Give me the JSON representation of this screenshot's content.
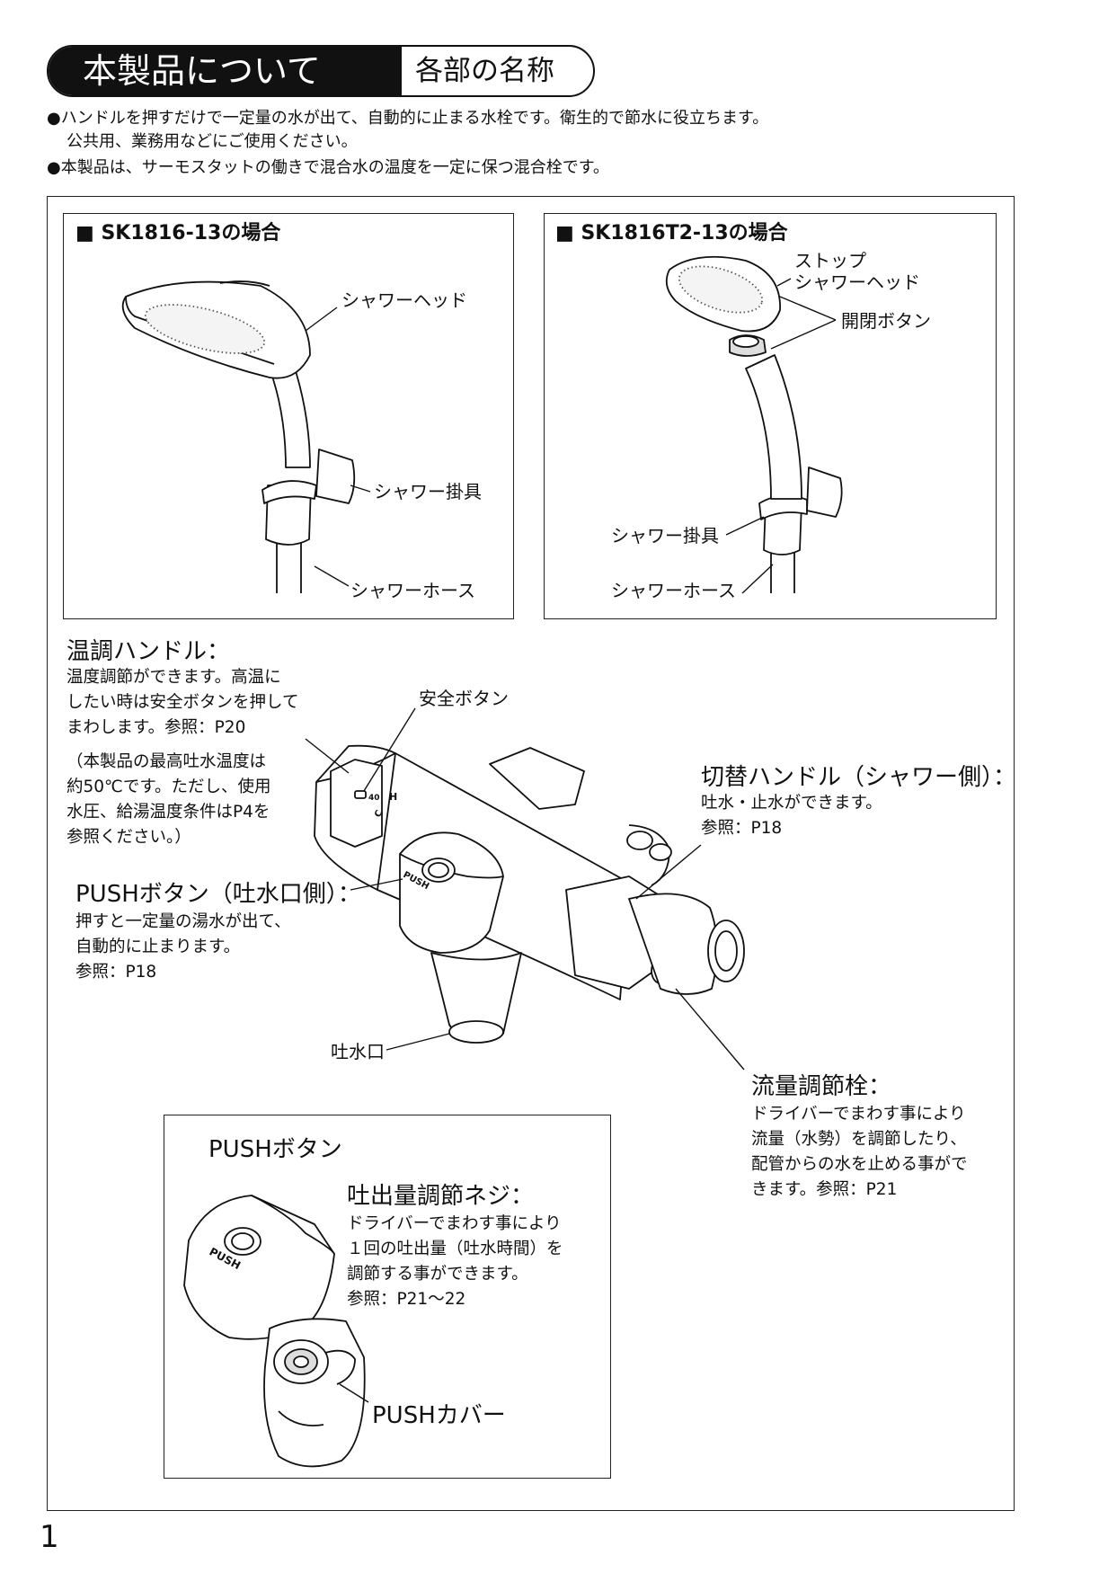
{
  "header": {
    "title": "本製品について",
    "subtitle": "各部の名称"
  },
  "intro": {
    "line1": "●ハンドルを押すだけで一定量の水が出て、自動的に止まる水栓です。衛生的で節水に役立ちます。",
    "line2": "公共用、業務用などにご使用ください。",
    "line3": "●本製品は、サーモスタットの働きで混合水の温度を一定に保つ混合栓です。"
  },
  "box_left": {
    "title": "■ SK1816-13の場合",
    "shower_head": "シャワーヘッド",
    "shower_holder": "シャワー掛具",
    "shower_hose": "シャワーホース"
  },
  "box_right": {
    "title": "■ SK1816T2-13の場合",
    "stop": "ストップ",
    "shower_head": "シャワーヘッド",
    "open_close_button": "開閉ボタン",
    "shower_holder": "シャワー掛具",
    "shower_hose": "シャワーホース"
  },
  "temp_handle": {
    "title": "温調ハンドル：",
    "lines": [
      "温度調節ができます。高温に",
      "したい時は安全ボタンを押して",
      "まわします。参照：P20"
    ],
    "note": [
      "（本製品の最高吐水温度は",
      "約50℃です。ただし、使用",
      "水圧、給湯温度条件はP4を",
      "参照ください。）"
    ]
  },
  "safety_button": "安全ボタン",
  "switch_handle": {
    "title": "切替ハンドル（シャワー側）：",
    "lines": [
      "吐水・止水ができます。",
      "参照：P18"
    ]
  },
  "push_button_spout": {
    "title": "PUSHボタン（吐水口側）：",
    "lines": [
      "押すと一定量の湯水が出て、",
      "自動的に止まります。",
      "参照：P18"
    ]
  },
  "spout": "吐水口",
  "flow_valve": {
    "title": "流量調節栓：",
    "lines": [
      "ドライバーでまわす事により",
      "流量（水勢）を調節したり、",
      "配管からの水を止める事がで",
      "きます。参照：P21"
    ]
  },
  "inset": {
    "push_button": "PUSHボタン",
    "screw_title": "吐出量調節ネジ：",
    "screw_lines": [
      "ドライバーでまわす事により",
      "１回の吐出量（吐水時間）を",
      "調節する事ができます。",
      "参照：P21～22"
    ],
    "push_cover": "PUSHカバー",
    "push_mark": "PUSH"
  },
  "faucet_marks": {
    "h": "H",
    "c": "C",
    "forty": "40",
    "push": "PUSH"
  },
  "page_number": "1"
}
